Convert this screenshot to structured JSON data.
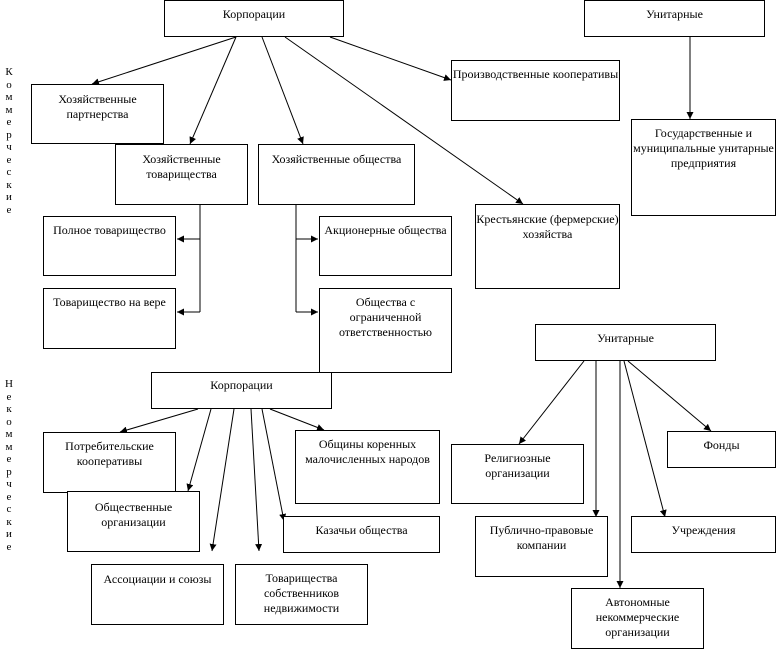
{
  "side_labels": {
    "commercial": "Коммерческие",
    "noncommercial": "Некоммерческие"
  },
  "commercial": {
    "corporations": "Корпорации",
    "unitary": "Унитарные",
    "business_partnerships": "Хозяйственные партнерства",
    "business_fellowships": "Хозяйственные товарищества",
    "business_companies": "Хозяйственные общества",
    "production_cooperatives": "Производственные кооперативы",
    "peasant_farms": "Крестьянские (фермерские) хозяйства",
    "state_municipal_unitary": "Государственные и муниципальные унитарные предприятия",
    "full_partnership": "Полное товарищество",
    "limited_partnership": "Товарищество на вере",
    "joint_stock": "Акционерные общества",
    "llc": "Общества с ограниченной ответственностью"
  },
  "noncommercial": {
    "corporations": "Корпорации",
    "unitary": "Унитарные",
    "consumer_cooperatives": "Потребительские кооперативы",
    "public_organizations": "Общественные организации",
    "associations_unions": "Ассоциации и союзы",
    "property_owners": "Товарищества собственников недвижимости",
    "cossack_societies": "Казачьи общества",
    "indigenous_communities": "Общины коренных малочисленных народов",
    "religious_organizations": "Религиозные организации",
    "public_law_companies": "Публично-правовые компании",
    "autonomous_nonprofit": "Автономные некоммерческие организации",
    "funds": "Фонды",
    "institutions": "Учреждения"
  }
}
